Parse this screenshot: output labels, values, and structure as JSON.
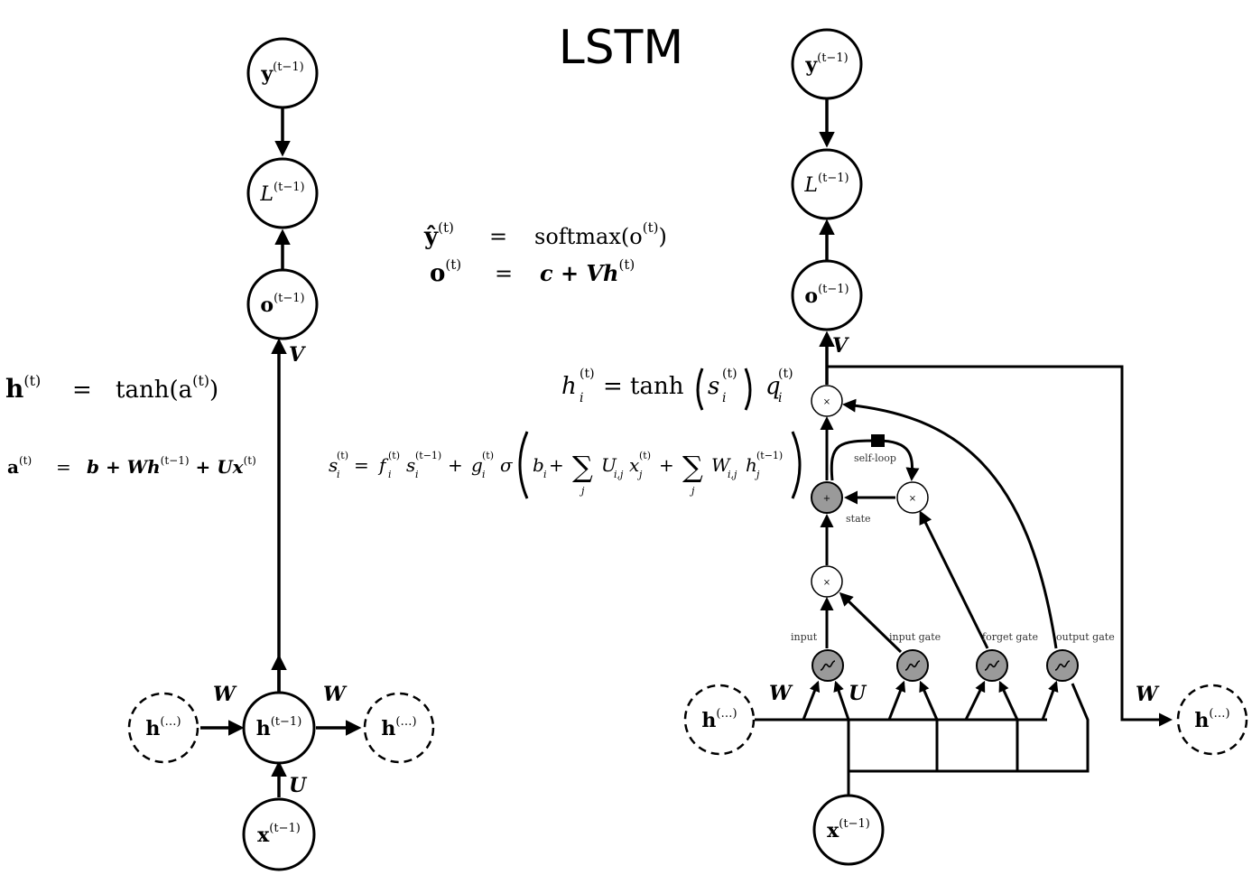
{
  "title": "LSTM",
  "left": {
    "nodes": {
      "y": "y",
      "L": "L",
      "o": "o",
      "h": "h",
      "x": "x",
      "h_prev": "h",
      "h_next": "h"
    },
    "sup_t1": "(t−1)",
    "sup_dots": "(…)",
    "weights": {
      "V": "V",
      "W1": "W",
      "W2": "W",
      "U": "U"
    },
    "eq_h": {
      "lhs": "h",
      "sup": "(t)",
      "eq": "=",
      "rhs": "tanh(a",
      "rhs_sup": "(t)",
      "rhs_end": ")"
    },
    "eq_a": {
      "lhs": "a",
      "sup": "(t)",
      "eq": "=",
      "rhs": "b + Wh",
      "rhs_sup1": "(t−1)",
      "rhs2": " + Ux",
      "rhs_sup2": "(t)"
    }
  },
  "middle": {
    "eq_y": {
      "lhs": "ŷ",
      "sup": "(t)",
      "eq": "=",
      "rhs": "softmax(o",
      "rhs_sup": "(t)",
      "rhs_end": ")"
    },
    "eq_o": {
      "lhs": "o",
      "sup": "(t)",
      "eq": "=",
      "rhs": "c + Vh",
      "rhs_sup": "(t)"
    },
    "eq_hi": "h_i^(t) = tanh ( s_i^(t) ) q_i^(t)",
    "eq_hi_parts": {
      "h": "h",
      "sub": "i",
      "sup": "(t)",
      "eq": " = tanh",
      "s": "s",
      "q": "q"
    },
    "eq_si": "s_i^(t) = f_i^(t) s_i^(t−1) + g_i^(t) σ ( b_i + Σ_j U_i,j x_j^(t) + Σ_j W_i,j h_j^(t−1) )",
    "eq_si_parts": {
      "s": "s",
      "sub_i": "i",
      "sup_t": "(t)",
      "sup_t1": "(t−1)",
      "eq": " = ",
      "f": "f",
      "g": "g",
      "plus": " + ",
      "sigma": "σ",
      "b": "b",
      "sum": "∑",
      "j": "j",
      "U": "U",
      "Uij": "i,j",
      "x": "x",
      "W": "W",
      "h": "h"
    }
  },
  "right": {
    "nodes": {
      "y": "y",
      "L": "L",
      "o": "o",
      "x": "x",
      "h_prev": "h",
      "h_next": "h"
    },
    "sup_t1": "(t−1)",
    "sup_dots": "(…)",
    "weights": {
      "V": "V",
      "W1": "W",
      "U": "U",
      "W2": "W"
    },
    "labels": {
      "self_loop": "self-loop",
      "state": "state",
      "input": "input",
      "input_gate": "input gate",
      "forget_gate": "forget gate",
      "output_gate": "output gate"
    },
    "mult_symbol": "×",
    "plus_symbol": "+"
  }
}
